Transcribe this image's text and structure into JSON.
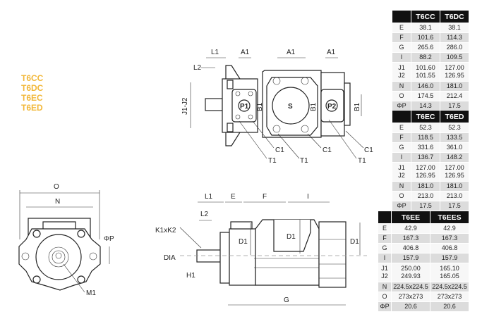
{
  "models": [
    "T6CC",
    "T6DC",
    "T6EC",
    "T6ED"
  ],
  "colors": {
    "model_label": "#f2b83a",
    "table_header": "#111111",
    "row_grey": "#dcdcdc"
  },
  "top_view": {
    "labels": {
      "L1": "L1",
      "L2": "L2",
      "A1": "A1",
      "J": "J1-J2",
      "B1": "B1",
      "P1": "P1",
      "P2": "P2",
      "S": "S",
      "C1": "C1",
      "T1": "T1"
    }
  },
  "front_view": {
    "labels": {
      "O": "O",
      "N": "N",
      "P": "ΦP",
      "M1": "M1"
    }
  },
  "side_view": {
    "labels": {
      "L1": "L1",
      "L2": "L2",
      "E": "E",
      "F": "F",
      "I": "I",
      "K": "K1xK2",
      "DIA": "DIA",
      "H1": "H1",
      "D1": "D1",
      "G": "G"
    }
  },
  "tables": [
    {
      "headers": [
        "",
        "T6CC",
        "T6DC"
      ],
      "rows": [
        {
          "label": [
            "E"
          ],
          "values": [
            [
              "38.1"
            ],
            [
              "38.1"
            ]
          ]
        },
        {
          "label": [
            "F"
          ],
          "values": [
            [
              "101.6"
            ],
            [
              "114.3"
            ]
          ]
        },
        {
          "label": [
            "G"
          ],
          "values": [
            [
              "265.6"
            ],
            [
              "286.0"
            ]
          ]
        },
        {
          "label": [
            "I"
          ],
          "values": [
            [
              "88.2"
            ],
            [
              "109.5"
            ]
          ]
        },
        {
          "label": [
            "J1",
            "J2"
          ],
          "values": [
            [
              "101.60",
              "101.55"
            ],
            [
              "127.00",
              "126.95"
            ]
          ]
        },
        {
          "label": [
            "N"
          ],
          "values": [
            [
              "146.0"
            ],
            [
              "181.0"
            ]
          ]
        },
        {
          "label": [
            "O"
          ],
          "values": [
            [
              "174.5"
            ],
            [
              "212.4"
            ]
          ]
        },
        {
          "label": [
            "ΦP"
          ],
          "values": [
            [
              "14.3"
            ],
            [
              "17.5"
            ]
          ]
        }
      ]
    },
    {
      "headers": [
        "",
        "T6EC",
        "T6ED"
      ],
      "rows": [
        {
          "label": [
            "E"
          ],
          "values": [
            [
              "52.3"
            ],
            [
              "52.3"
            ]
          ]
        },
        {
          "label": [
            "F"
          ],
          "values": [
            [
              "118.5"
            ],
            [
              "133.5"
            ]
          ]
        },
        {
          "label": [
            "G"
          ],
          "values": [
            [
              "331.6"
            ],
            [
              "361.0"
            ]
          ]
        },
        {
          "label": [
            "I"
          ],
          "values": [
            [
              "136.7"
            ],
            [
              "148.2"
            ]
          ]
        },
        {
          "label": [
            "J1",
            "J2"
          ],
          "values": [
            [
              "127.00",
              "126.95"
            ],
            [
              "127.00",
              "126.95"
            ]
          ]
        },
        {
          "label": [
            "N"
          ],
          "values": [
            [
              "181.0"
            ],
            [
              "181.0"
            ]
          ]
        },
        {
          "label": [
            "O"
          ],
          "values": [
            [
              "213.0"
            ],
            [
              "213.0"
            ]
          ]
        },
        {
          "label": [
            "ΦP"
          ],
          "values": [
            [
              "17.5"
            ],
            [
              "17.5"
            ]
          ]
        }
      ]
    },
    {
      "headers": [
        "",
        "T6EE",
        "T6EES"
      ],
      "rows": [
        {
          "label": [
            "E"
          ],
          "values": [
            [
              "42.9"
            ],
            [
              "42.9"
            ]
          ]
        },
        {
          "label": [
            "F"
          ],
          "values": [
            [
              "167.3"
            ],
            [
              "167.3"
            ]
          ]
        },
        {
          "label": [
            "G"
          ],
          "values": [
            [
              "406.8"
            ],
            [
              "406.8"
            ]
          ]
        },
        {
          "label": [
            "I"
          ],
          "values": [
            [
              "157.9"
            ],
            [
              "157.9"
            ]
          ]
        },
        {
          "label": [
            "J1",
            "J2"
          ],
          "values": [
            [
              "250.00",
              "249.93"
            ],
            [
              "165.10",
              "165.05"
            ]
          ]
        },
        {
          "label": [
            "N"
          ],
          "values": [
            [
              "224.5x224.5"
            ],
            [
              "224.5x224.5"
            ]
          ]
        },
        {
          "label": [
            "O"
          ],
          "values": [
            [
              "273x273"
            ],
            [
              "273x273"
            ]
          ]
        },
        {
          "label": [
            "ΦP"
          ],
          "values": [
            [
              "20.6"
            ],
            [
              "20.6"
            ]
          ]
        }
      ]
    }
  ]
}
